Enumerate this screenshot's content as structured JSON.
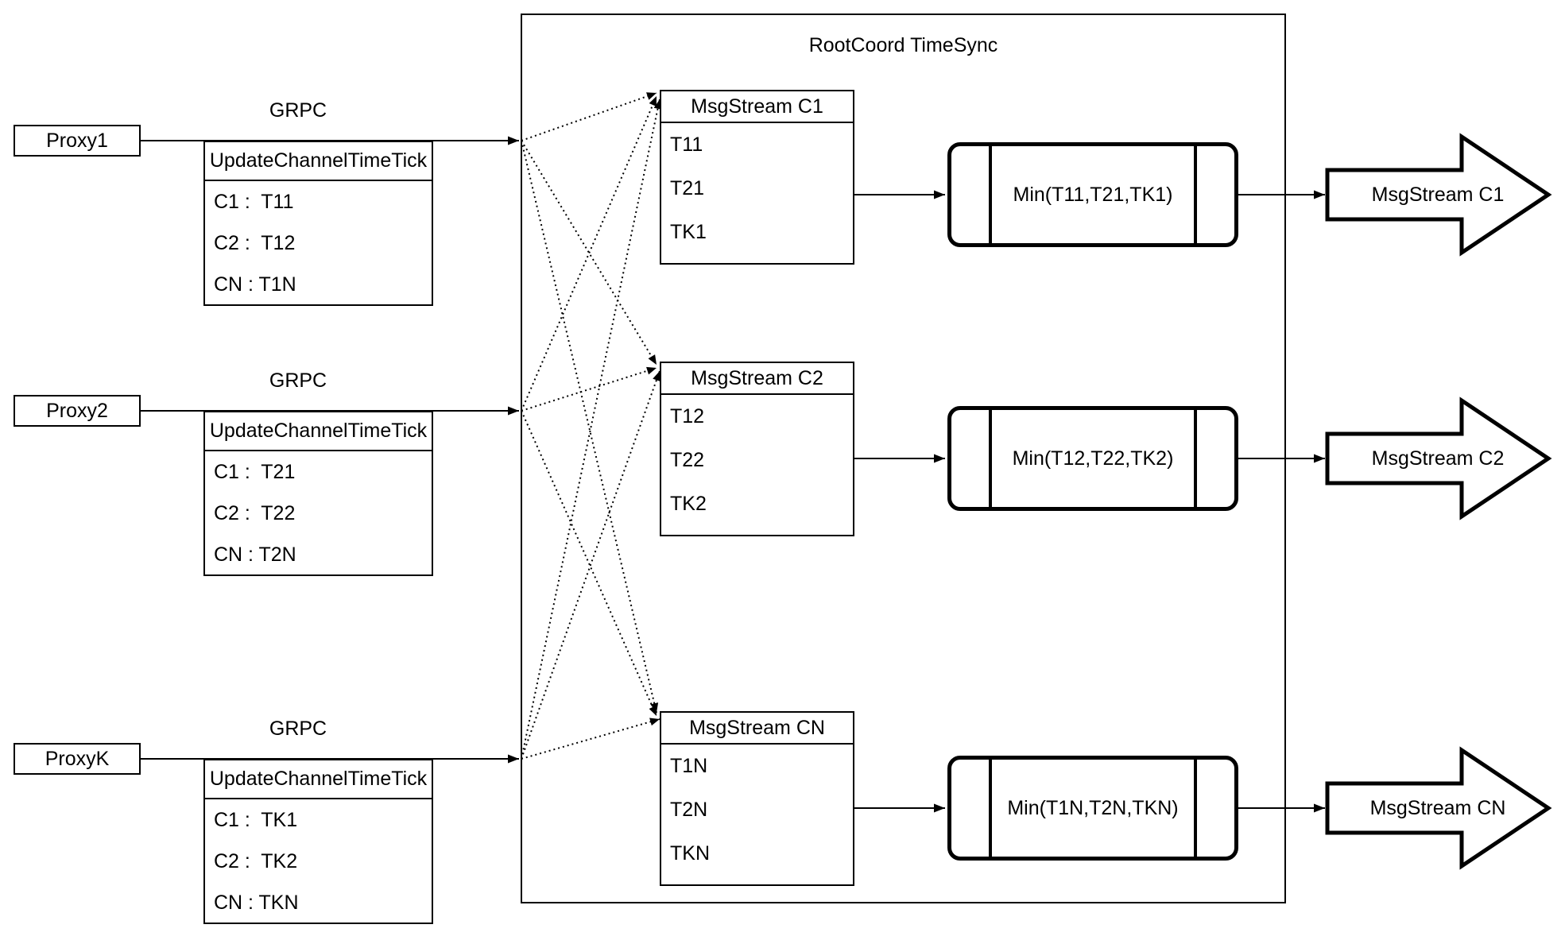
{
  "diagram_title": "RootCoord TimeSync",
  "proxies": [
    {
      "name": "Proxy1",
      "protocol_label": "GRPC",
      "message": {
        "title": "UpdateChannelTimeTick",
        "entries": [
          "C1 :  T11",
          "C2 :  T12",
          "CN : T1N"
        ]
      }
    },
    {
      "name": "Proxy2",
      "protocol_label": "GRPC",
      "message": {
        "title": "UpdateChannelTimeTick",
        "entries": [
          "C1 :  T21",
          "C2 :  T22",
          "CN : T2N"
        ]
      }
    },
    {
      "name": "ProxyK",
      "protocol_label": "GRPC",
      "message": {
        "title": "UpdateChannelTimeTick",
        "entries": [
          "C1 :  TK1",
          "C2 :  TK2",
          "CN : TKN"
        ]
      }
    }
  ],
  "channels": [
    {
      "stream_table": {
        "title": "MsgStream C1",
        "entries": [
          "T11",
          "T21",
          "TK1"
        ]
      },
      "min_function": "Min(T11,T21,TK1)",
      "output_stream": "MsgStream C1"
    },
    {
      "stream_table": {
        "title": "MsgStream C2",
        "entries": [
          "T12",
          "T22",
          "TK2"
        ]
      },
      "min_function": "Min(T12,T22,TK2)",
      "output_stream": "MsgStream C2"
    },
    {
      "stream_table": {
        "title": "MsgStream CN",
        "entries": [
          "T1N",
          "T2N",
          "TKN"
        ]
      },
      "min_function": "Min(T1N,T2N,TKN)",
      "output_stream": "MsgStream CN"
    }
  ],
  "colors": {
    "stroke": "#000000",
    "fill": "#ffffff"
  }
}
